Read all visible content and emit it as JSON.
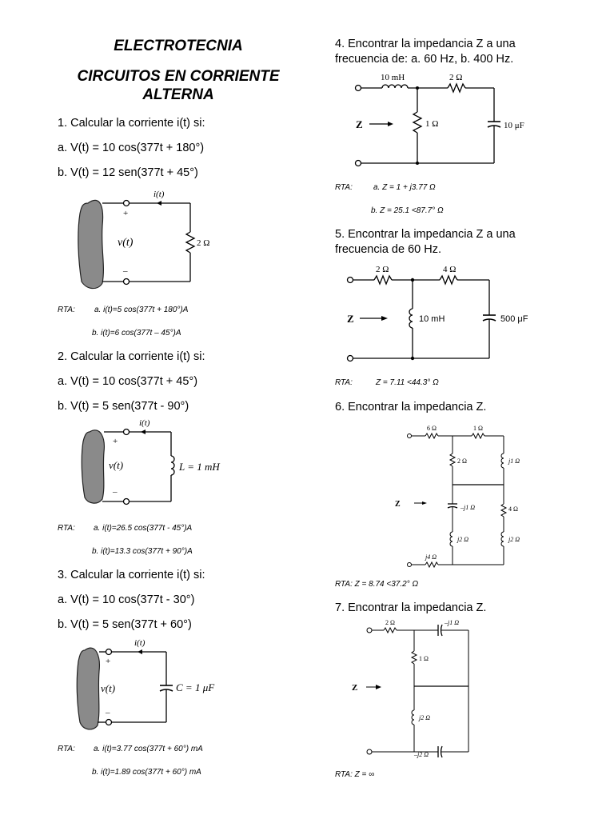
{
  "left": {
    "title": "ELECTROTECNIA",
    "subtitle_line1": "CIRCUITOS EN CORRIENTE",
    "subtitle_line2": "ALTERNA",
    "p1": {
      "statement": "1. Calcular la corriente i(t) si:",
      "a": "a. V(t) = 10 cos(377t + 180°)",
      "b": "b. V(t) = 12 sen(377t + 45°)",
      "rta_label": "RTA:",
      "rta_a": "a.  i(t)=5 cos(377t + 180°)A",
      "rta_b": "b.  i(t)=6 cos(377t – 45°)A",
      "circuit": {
        "current": "i(t)",
        "source": "v(t)",
        "plus": "+",
        "minus": "–",
        "element": "2 Ω"
      }
    },
    "p2": {
      "statement": "2. Calcular la corriente i(t) si:",
      "a": "a. V(t) = 10 cos(377t + 45°)",
      "b": "b. V(t) = 5 sen(377t - 90°)",
      "rta_label": "RTA:",
      "rta_a": "a.  i(t)=26.5 cos(377t - 45°)A",
      "rta_b": "b.  i(t)=13.3 cos(377t + 90°)A",
      "circuit": {
        "current": "i(t)",
        "source": "v(t)",
        "plus": "+",
        "minus": "–",
        "element": "L = 1 mH"
      }
    },
    "p3": {
      "statement": "3. Calcular la corriente i(t) si:",
      "a": "a. V(t) = 10 cos(377t - 30°)",
      "b": "b. V(t) = 5 sen(377t + 60°)",
      "rta_label": "RTA:",
      "rta_a": "a.  i(t)=3.77 cos(377t + 60°) mA",
      "rta_b": "b.  i(t)=1.89 cos(377t + 60°) mA",
      "circuit": {
        "current": "i(t)",
        "source": "v(t)",
        "plus": "+",
        "minus": "–",
        "element": "C = 1 μF"
      }
    }
  },
  "right": {
    "p4": {
      "statement_line1": "4. Encontrar la impedancia Z a una",
      "statement_line2": "frecuencia de: a. 60 Hz, b. 400 Hz.",
      "rta_label": "RTA:",
      "rta_a": "a. Z = 1 + j3.77 Ω",
      "rta_b": "b. Z = 25.1 <87.7° Ω",
      "circuit": {
        "z": "Z",
        "l": "10 mH",
        "r_series": "2 Ω",
        "r_shunt": "1 Ω",
        "c": "10 μF"
      }
    },
    "p5": {
      "statement_line1": "5. Encontrar la impedancia Z a una",
      "statement_line2": "frecuencia de 60 Hz.",
      "rta_label": "RTA:",
      "rta": "Z = 7.11 <44.3° Ω",
      "circuit": {
        "z": "Z",
        "r1": "2 Ω",
        "r2": "4 Ω",
        "l": "10 mH",
        "c": "500 μF"
      }
    },
    "p6": {
      "statement": "6. Encontrar la impedancia Z.",
      "rta": "RTA: Z = 8.74 <37.2° Ω",
      "circuit": {
        "z": "Z",
        "r6": "6 Ω",
        "r1": "1 Ω",
        "r2": "2 Ω",
        "j1": "j1 Ω",
        "mj1": "–j1 Ω",
        "r4": "4 Ω",
        "j2a": "j2 Ω",
        "j2b": "j2 Ω",
        "j4": "j4 Ω"
      }
    },
    "p7": {
      "statement": "7. Encontrar la impedancia Z.",
      "rta": "RTA: Z = ∞",
      "circuit": {
        "z": "Z",
        "r2": "2 Ω",
        "mj1": "–j1 Ω",
        "r1": "1 Ω",
        "j2": "j2 Ω",
        "mj2": "–j2 Ω"
      }
    }
  }
}
